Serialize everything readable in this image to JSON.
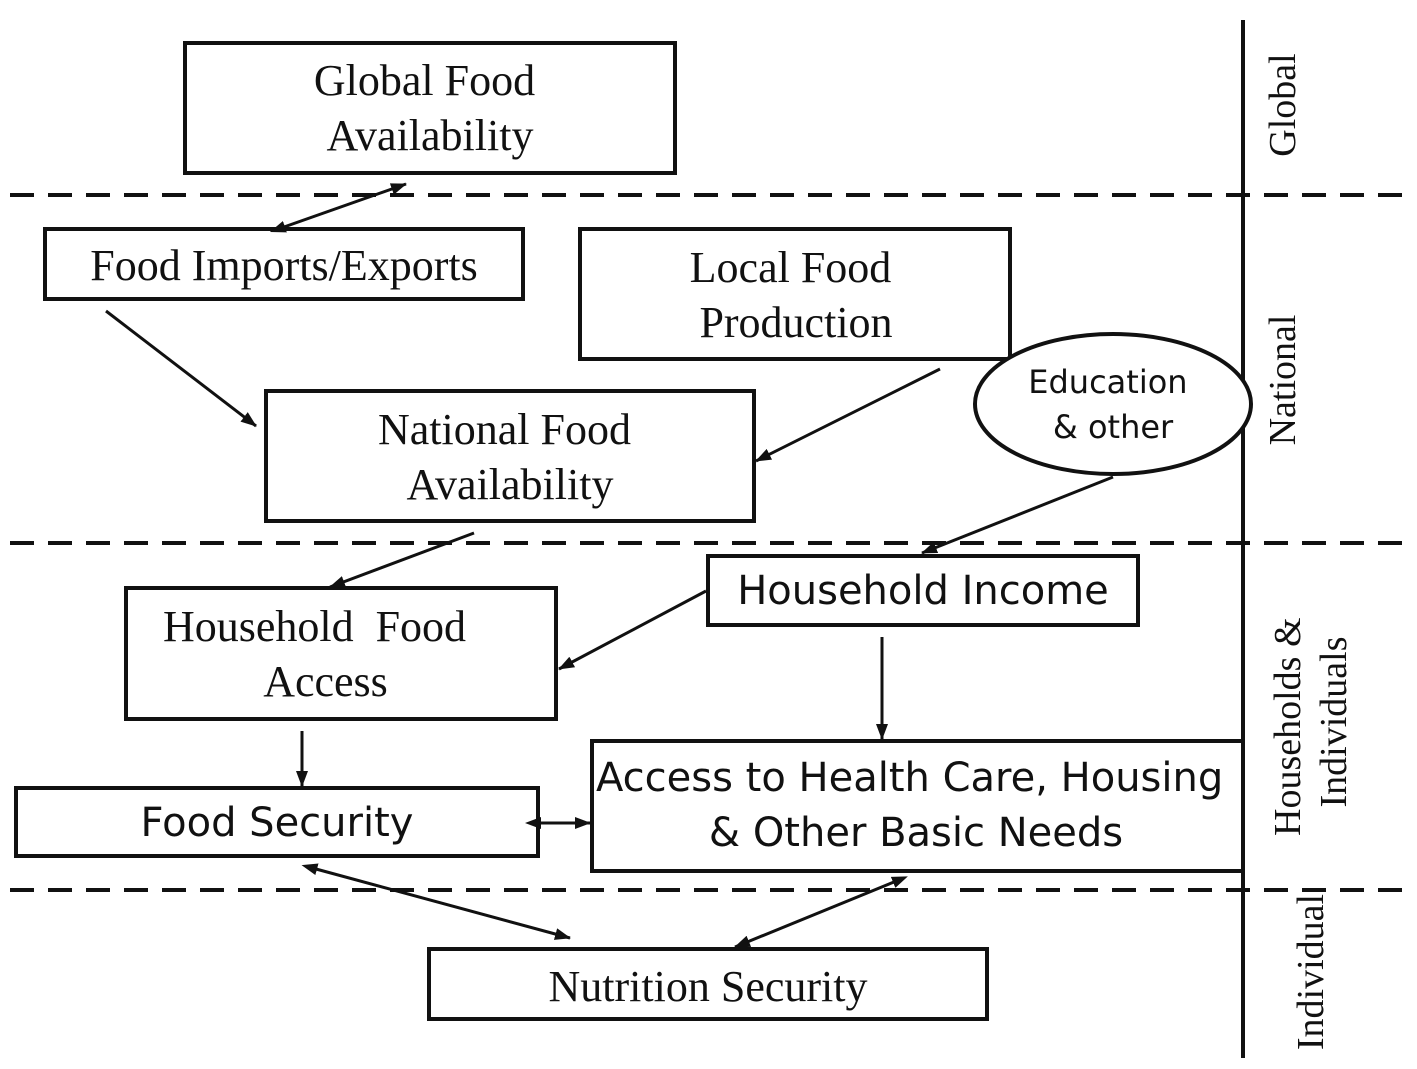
{
  "diagram": {
    "boxes": {
      "global_food": [
        "Global Food",
        "Availability"
      ],
      "imports_exports": [
        "Food Imports/Exports"
      ],
      "local_production": [
        "Local Food",
        "Production"
      ],
      "national_food": [
        "National Food",
        "Availability"
      ],
      "education": [
        "Education",
        "& other"
      ],
      "household_income": [
        "Household Income"
      ],
      "household_food_access": [
        "Household  Food",
        "Access"
      ],
      "food_security": [
        "Food Security"
      ],
      "health_care": [
        "Access to Health Care, Housing",
        "& Other Basic Needs"
      ],
      "nutrition_security": [
        "Nutrition Security"
      ]
    },
    "levels": {
      "global": "Global",
      "national": "National",
      "households": [
        "Households &",
        "Individuals"
      ],
      "individual": "Individual"
    },
    "colors": {
      "stroke": "#111111",
      "background": "#ffffff"
    }
  }
}
